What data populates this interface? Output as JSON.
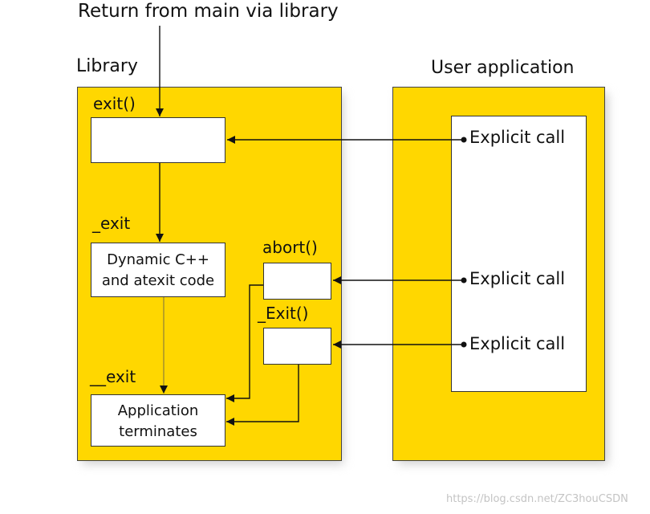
{
  "title": "Return from main via library",
  "library": {
    "title": "Library",
    "exit_label": "exit()",
    "exit2_label": "_exit",
    "exit3_label": "__exit",
    "dynamic_box": "Dynamic C++\nand atexit code",
    "abort_label": "abort()",
    "bigexit_label": "_Exit()",
    "terminates_box": "Application\nterminates"
  },
  "user_app": {
    "title": "User application",
    "calls": [
      "Explicit call",
      "Explicit call",
      "Explicit call"
    ]
  },
  "watermark": "https://blog.csdn.net/ZC3houCSDN",
  "colors": {
    "panel": "#ffd700",
    "box": "#ffffff",
    "line": "#111111"
  }
}
